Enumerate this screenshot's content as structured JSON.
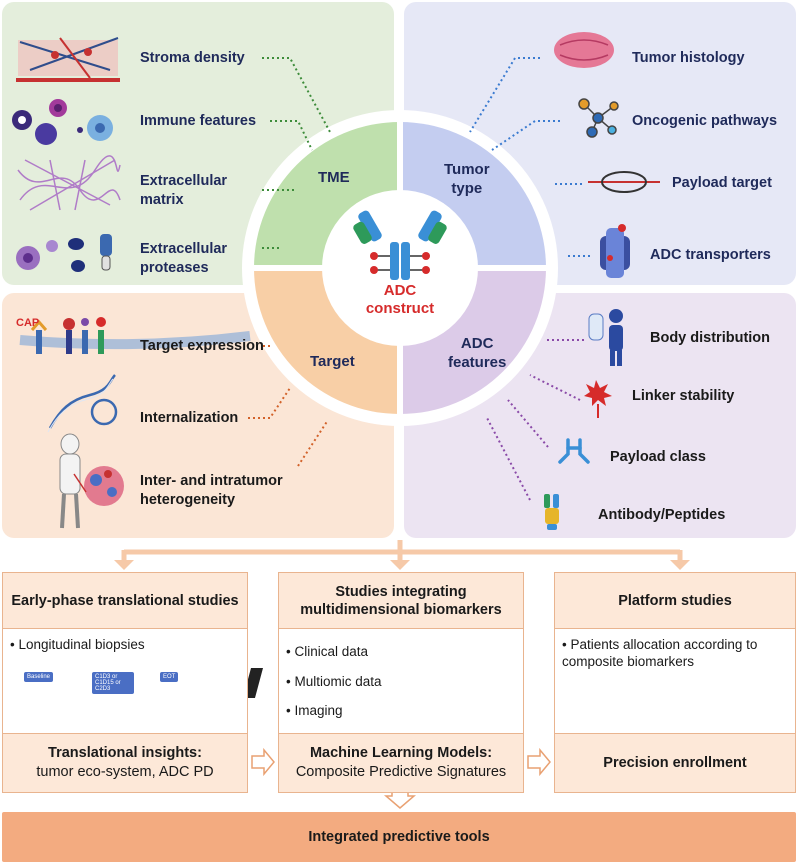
{
  "quadrants": {
    "tme": {
      "center_label": "TME",
      "items": [
        "Stroma density",
        "Immune features",
        "Extracellular matrix",
        "Extracellular proteases"
      ]
    },
    "tumor_type": {
      "center_label_line1": "Tumor",
      "center_label_line2": "type",
      "items": [
        "Tumor histology",
        "Oncogenic pathways",
        "Payload target",
        "ADC transporters"
      ]
    },
    "target": {
      "center_label": "Target",
      "cap_label": "CAP",
      "items": [
        "Target expression",
        "Internalization",
        "Inter- and intratumor heterogeneity"
      ]
    },
    "adc_features": {
      "center_label_line1": "ADC",
      "center_label_line2": "features",
      "items": [
        "Body distribution",
        "Linker stability",
        "Payload class",
        "Antibody/Peptides"
      ]
    }
  },
  "center": {
    "line1": "ADC",
    "line2": "construct"
  },
  "studies": [
    {
      "title": "Early-phase translational studies",
      "bullets": [
        "Longitudinal biopsies"
      ],
      "mini_labels": [
        "Baseline",
        "C1D3 or C1D15 or C2D3",
        "EOT"
      ],
      "footer_bold": "Translational insights:",
      "footer_text": "tumor eco-system, ADC PD"
    },
    {
      "title": "Studies integrating multidimensional biomarkers",
      "bullets": [
        "Clinical data",
        "Multiomic data",
        "Imaging"
      ],
      "footer_bold": "Machine Learning Models:",
      "footer_text": "Composite Predictive Signatures"
    },
    {
      "title": "Platform studies",
      "bullets": [
        "Patients allocation according to composite biomarkers"
      ],
      "footer_bold": "Precision enrollment",
      "footer_text": ""
    }
  ],
  "final": "Integrated predictive tools",
  "colors": {
    "tme": "#e4eedc",
    "tumor": "#e6e8f6",
    "target": "#fbe6d6",
    "adc": "#ece4f2",
    "accent_orange": "#f3ab80",
    "navy": "#1f2a5a"
  }
}
